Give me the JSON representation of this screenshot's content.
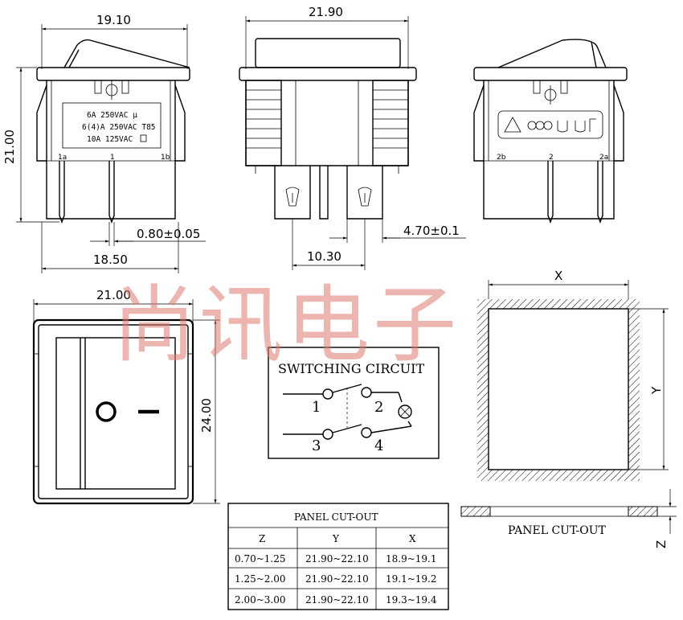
{
  "dimensions": {
    "top_left_width": "19.10",
    "top_middle_width": "21.90",
    "height": "21.00",
    "pin_thickness": "0.80±0.05",
    "pin_span_left": "18.50",
    "pin_span_middle": "10.30",
    "pin_width": "4.70±0.1",
    "front_width": "21.00",
    "front_height": "24.00",
    "cutout_x": "X",
    "cutout_y": "Y",
    "cutout_z": "Z"
  },
  "label_front": {
    "line1": "6A 250VAC μ",
    "line2": "6(4)A 250VAC T85",
    "line3": "10A 125VAC"
  },
  "pins_left": [
    "1a",
    "1",
    "1b"
  ],
  "pins_right": [
    "2b",
    "2",
    "2a"
  ],
  "front_symbols": {
    "off": "O",
    "on": "—"
  },
  "switching_circuit": {
    "title": "SWITCHING CIRCUIT",
    "terminals": [
      "1",
      "2",
      "3",
      "4"
    ]
  },
  "panel_cutout_caption": "PANEL CUT-OUT",
  "panel_table": {
    "title": "PANEL CUT-OUT",
    "headers": [
      "Z",
      "Y",
      "X"
    ],
    "rows": [
      [
        "0.70~1.25",
        "21.90~22.10",
        "18.9~19.1"
      ],
      [
        "1.25~2.00",
        "21.90~22.10",
        "19.1~19.2"
      ],
      [
        "2.00~3.00",
        "21.90~22.10",
        "19.3~19.4"
      ]
    ]
  },
  "watermark": "尚讯电子"
}
